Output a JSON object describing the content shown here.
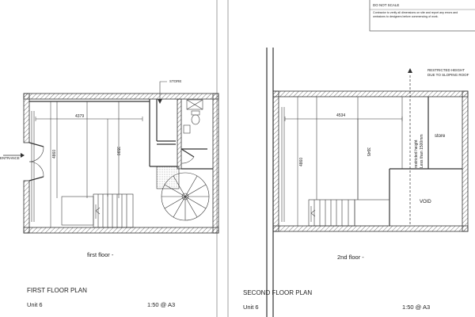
{
  "notes": {
    "do_not_scale": "DO NOT SCALE",
    "line1": "Contractor to verify all dimensions on site and report any errors and",
    "line2": "omissions to  designers before commencing of work."
  },
  "first_floor": {
    "label_store": "STORE",
    "label_entrance": "ENTRANCE",
    "dim_width": "4379",
    "dim_inner_height": "3590",
    "dim_total_height": "4860",
    "floor_label": "first floor -",
    "plan_title": "FIRST FLOOR PLAN",
    "unit": "Unit 6",
    "scale": "1:50 @ A3"
  },
  "second_floor": {
    "note_line1": "RESTRICTED HEIGHT",
    "note_line2": "DUE TO SLOPING ROOF",
    "dim_width": "4534",
    "dim_inner_height": "3945",
    "dim_total_height": "4860",
    "restricted_line1": "restricted height",
    "restricted_line2": "Less than 1500mm",
    "label_store": "store",
    "label_void": "VOID",
    "floor_label": "2nd floor -",
    "plan_title": "SECOND FLOOR PLAN",
    "unit": "Unit 6",
    "scale": "1:50 @ A3"
  }
}
